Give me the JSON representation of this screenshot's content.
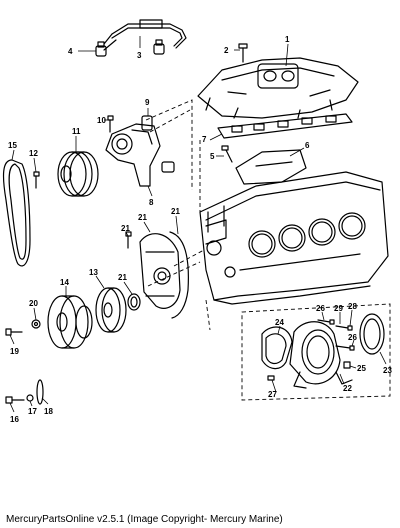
{
  "footer": "MercuryPartsOnline v2.5.1 (Image Copyright- Mercury Marine)",
  "callouts": [
    {
      "id": "c1",
      "text": "1"
    },
    {
      "id": "c2",
      "text": "2"
    },
    {
      "id": "c3",
      "text": "3"
    },
    {
      "id": "c4",
      "text": "4"
    },
    {
      "id": "c5",
      "text": "5"
    },
    {
      "id": "c6",
      "text": "6"
    },
    {
      "id": "c7",
      "text": "7"
    },
    {
      "id": "c8",
      "text": "8"
    },
    {
      "id": "c9",
      "text": "9"
    },
    {
      "id": "c10",
      "text": "10"
    },
    {
      "id": "c11",
      "text": "11"
    },
    {
      "id": "c12",
      "text": "12"
    },
    {
      "id": "c13",
      "text": "13"
    },
    {
      "id": "c14",
      "text": "14"
    },
    {
      "id": "c15",
      "text": "15"
    },
    {
      "id": "c16",
      "text": "16"
    },
    {
      "id": "c17",
      "text": "17"
    },
    {
      "id": "c18",
      "text": "18"
    },
    {
      "id": "c19",
      "text": "19"
    },
    {
      "id": "c20",
      "text": "20"
    },
    {
      "id": "c21a",
      "text": "21"
    },
    {
      "id": "c21b",
      "text": "21"
    },
    {
      "id": "c21c",
      "text": "21"
    },
    {
      "id": "c21d",
      "text": "21"
    },
    {
      "id": "c22",
      "text": "22"
    },
    {
      "id": "c23",
      "text": "23"
    },
    {
      "id": "c24",
      "text": "24"
    },
    {
      "id": "c25",
      "text": "25"
    },
    {
      "id": "c26a",
      "text": "26"
    },
    {
      "id": "c26b",
      "text": "26"
    },
    {
      "id": "c27",
      "text": "27"
    },
    {
      "id": "c28",
      "text": "28"
    },
    {
      "id": "c29",
      "text": "29"
    }
  ]
}
